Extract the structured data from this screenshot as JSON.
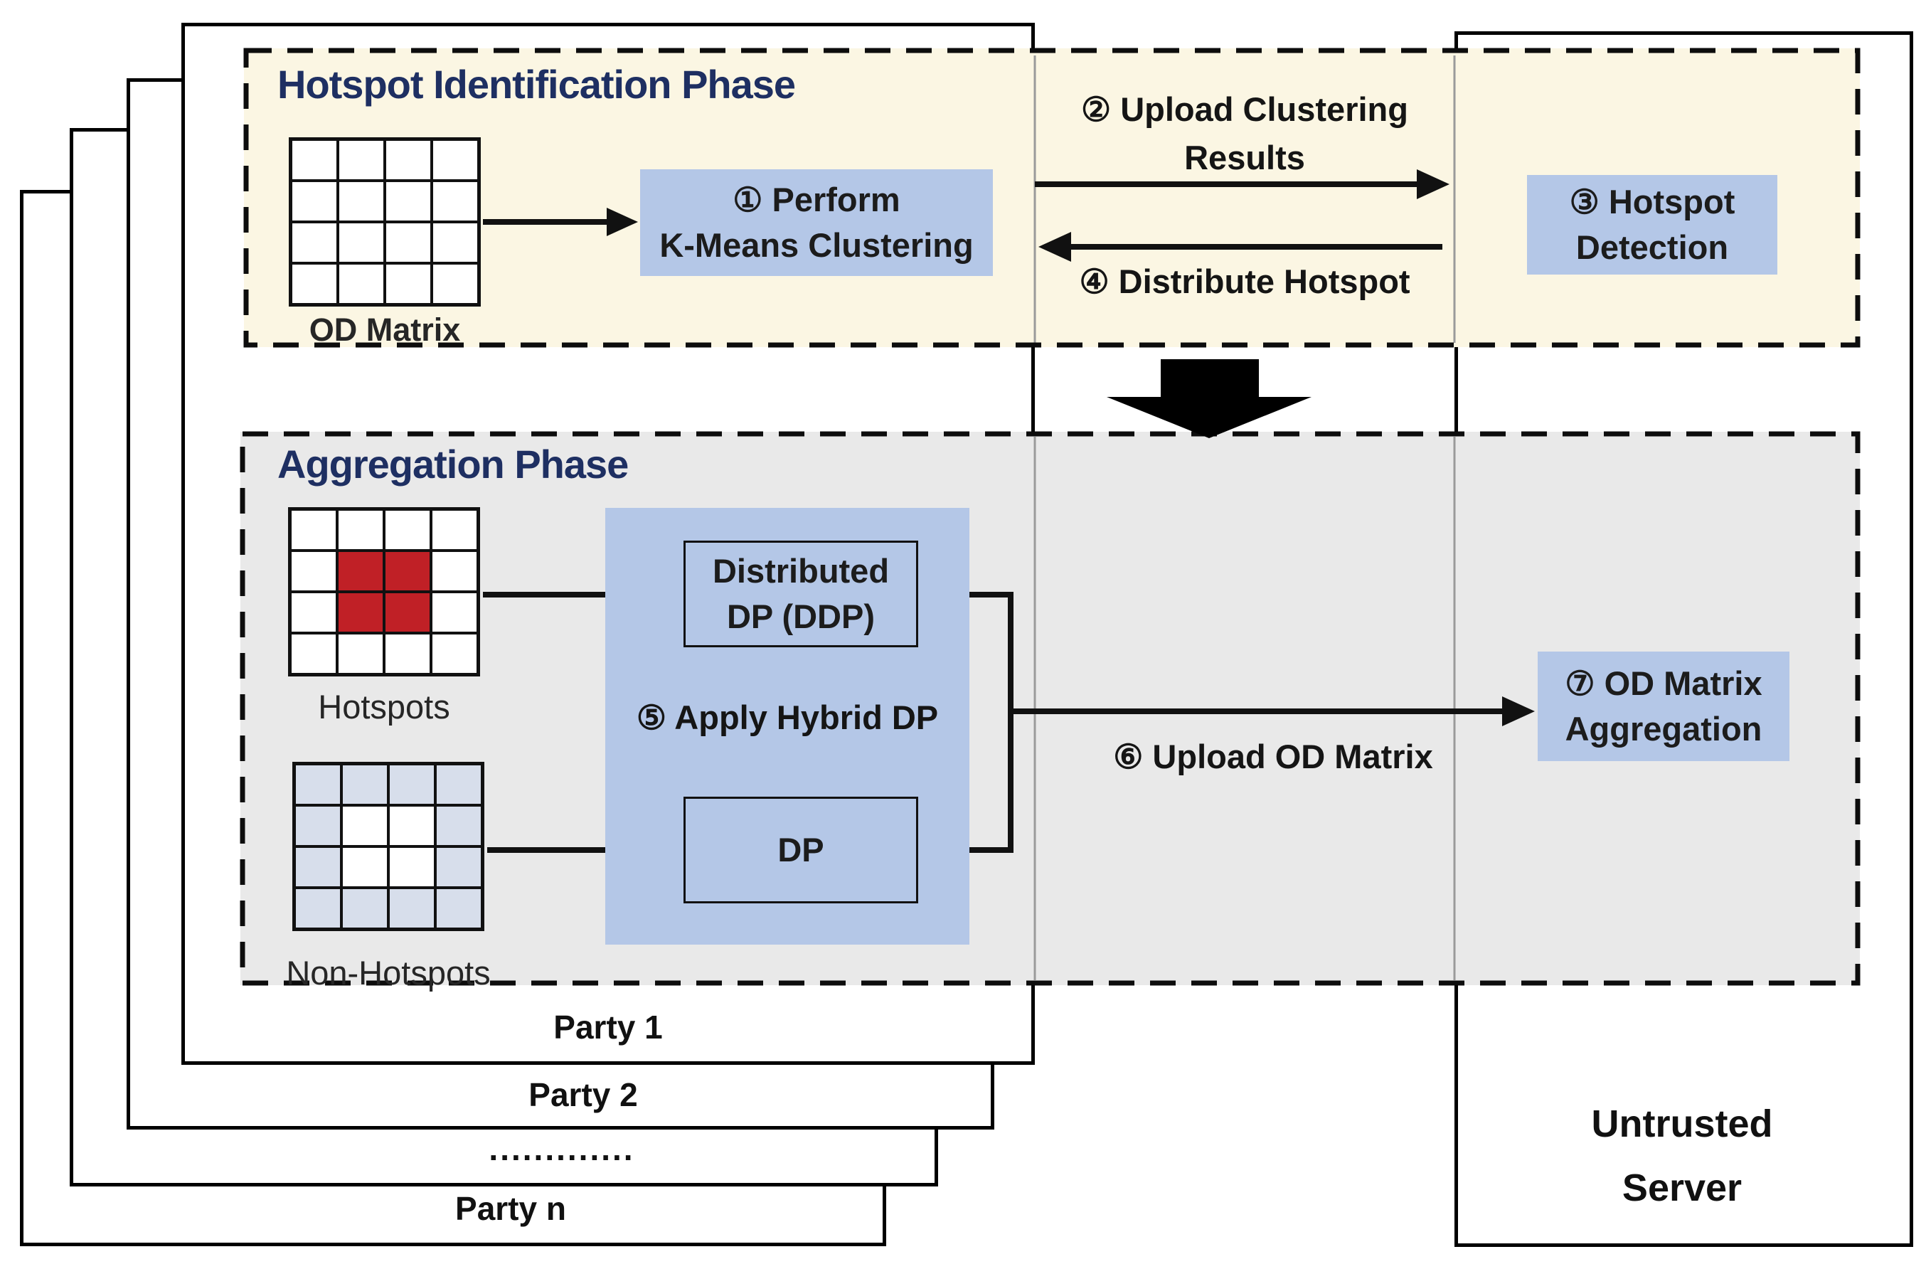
{
  "colors": {
    "phase1_bg": "#fbf6e3",
    "phase2_bg": "#e9e9e9",
    "box_blue": "#b4c7e7",
    "cell_blue": "#d7deeb",
    "hotspot_red": "#c02026",
    "title_navy": "#1e2f62",
    "line_black": "#111111",
    "through_line_gray": "#9a9a9a"
  },
  "hotspot_phase": {
    "title": "Hotspot Identification Phase",
    "od_matrix_label": "OD Matrix",
    "step1_line1": "① Perform",
    "step1_line2": "K-Means Clustering",
    "step2_line1": "② Upload Clustering",
    "step2_line2": "Results",
    "step3_line1": "③ Hotspot",
    "step3_line2": "Detection",
    "step4": "④ Distribute Hotspot"
  },
  "aggregation_phase": {
    "title": "Aggregation Phase",
    "hotspots_label": "Hotspots",
    "non_hotspots_label": "Non-Hotspots",
    "step5": "⑤ Apply Hybrid DP",
    "ddp_line1": "Distributed",
    "ddp_line2": "DP (DDP)",
    "dp": "DP",
    "step6": "⑥ Upload OD Matrix",
    "step7_line1": "⑦ OD Matrix",
    "step7_line2": "Aggregation"
  },
  "parties": {
    "labels": [
      "Party 1",
      "Party 2",
      ".............",
      "Party n"
    ]
  },
  "server": {
    "line1": "Untrusted",
    "line2": "Server"
  },
  "matrices": {
    "od": [
      [
        "w",
        "w",
        "w",
        "w"
      ],
      [
        "w",
        "w",
        "w",
        "w"
      ],
      [
        "w",
        "w",
        "w",
        "w"
      ],
      [
        "w",
        "w",
        "w",
        "w"
      ]
    ],
    "hotspots": [
      [
        "w",
        "w",
        "w",
        "w"
      ],
      [
        "w",
        "r",
        "r",
        "w"
      ],
      [
        "w",
        "r",
        "r",
        "w"
      ],
      [
        "w",
        "w",
        "w",
        "w"
      ]
    ],
    "non_hotspots": [
      [
        "b",
        "b",
        "b",
        "b"
      ],
      [
        "b",
        "w",
        "w",
        "b"
      ],
      [
        "b",
        "w",
        "w",
        "b"
      ],
      [
        "b",
        "b",
        "b",
        "b"
      ]
    ]
  }
}
